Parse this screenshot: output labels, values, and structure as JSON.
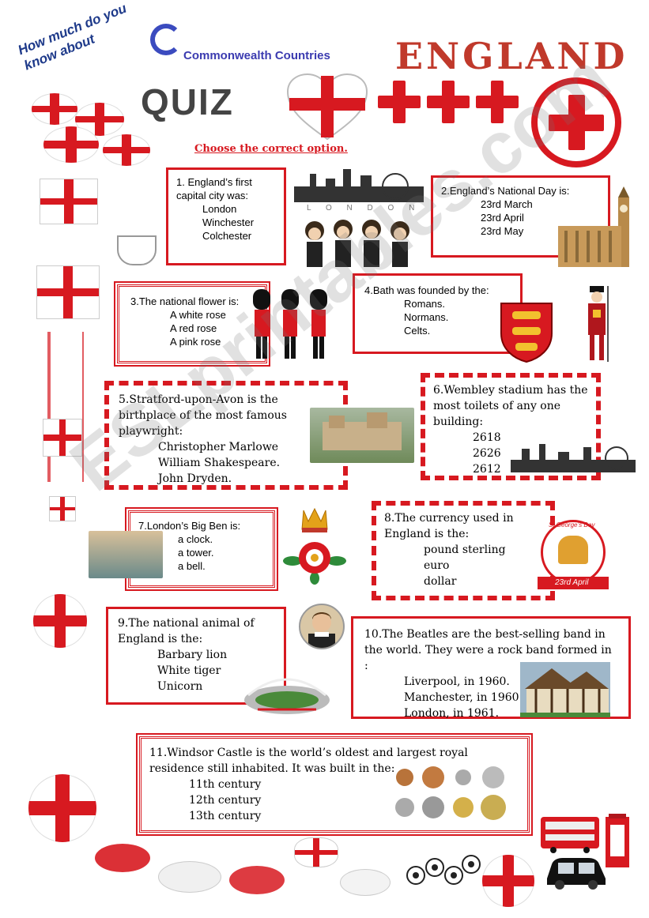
{
  "header": {
    "how_much": "How much do you know about",
    "commonwealth": "Commonwealth Countries",
    "england_title": "ENGLAND",
    "quiz": "QUIZ",
    "instruction": "Choose the correct option."
  },
  "watermark": "ESLprintables.com",
  "questions": [
    {
      "q": "1. England’s first capital city was:",
      "options": [
        "London",
        "Winchester",
        "Colchester"
      ]
    },
    {
      "q": "2.England’s National Day is:",
      "options": [
        "23rd March",
        "23rd April",
        "23rd May"
      ]
    },
    {
      "q": "3.The national flower is:",
      "options": [
        "A white rose",
        "A red rose",
        "A pink rose"
      ]
    },
    {
      "q": "4.Bath was founded by the:",
      "options": [
        "Romans.",
        "Normans.",
        "Celts."
      ]
    },
    {
      "q": "5.Stratford-upon-Avon is the birthplace of  the most famous playwright:",
      "options": [
        "Christopher Marlowe",
        "William Shakespeare.",
        "John Dryden."
      ]
    },
    {
      "q": "6.Wembley stadium has the most toilets of any one building:",
      "options": [
        "2618",
        "2626",
        "2612"
      ]
    },
    {
      "q": "7.London’s Big Ben is:",
      "options": [
        "a clock.",
        "a tower.",
        "a bell."
      ]
    },
    {
      "q": "8.The currency used in England is the:",
      "options": [
        "pound sterling",
        "euro",
        "dollar"
      ]
    },
    {
      "q": "9.The national animal of England is the:",
      "options": [
        "Barbary lion",
        "White tiger",
        "Unicorn"
      ]
    },
    {
      "q": "10.The Beatles are the best-selling band in the world. They were a rock band formed in :",
      "options": [
        "Liverpool, in 1960.",
        "Manchester, in 1960.",
        "London, in 1961."
      ]
    },
    {
      "q": "11.Windsor Castle is the world’s oldest and largest royal residence still inhabited. It was built in the:",
      "options": [
        "11th century",
        "12th century",
        "13th century"
      ]
    }
  ],
  "images": {
    "london_skyline_caption": "L O N D O N",
    "st_george_label": "St George’s Day",
    "st_george_date": "23rd April"
  },
  "colors": {
    "red": "#d71920",
    "blue": "#1e3a8a"
  }
}
